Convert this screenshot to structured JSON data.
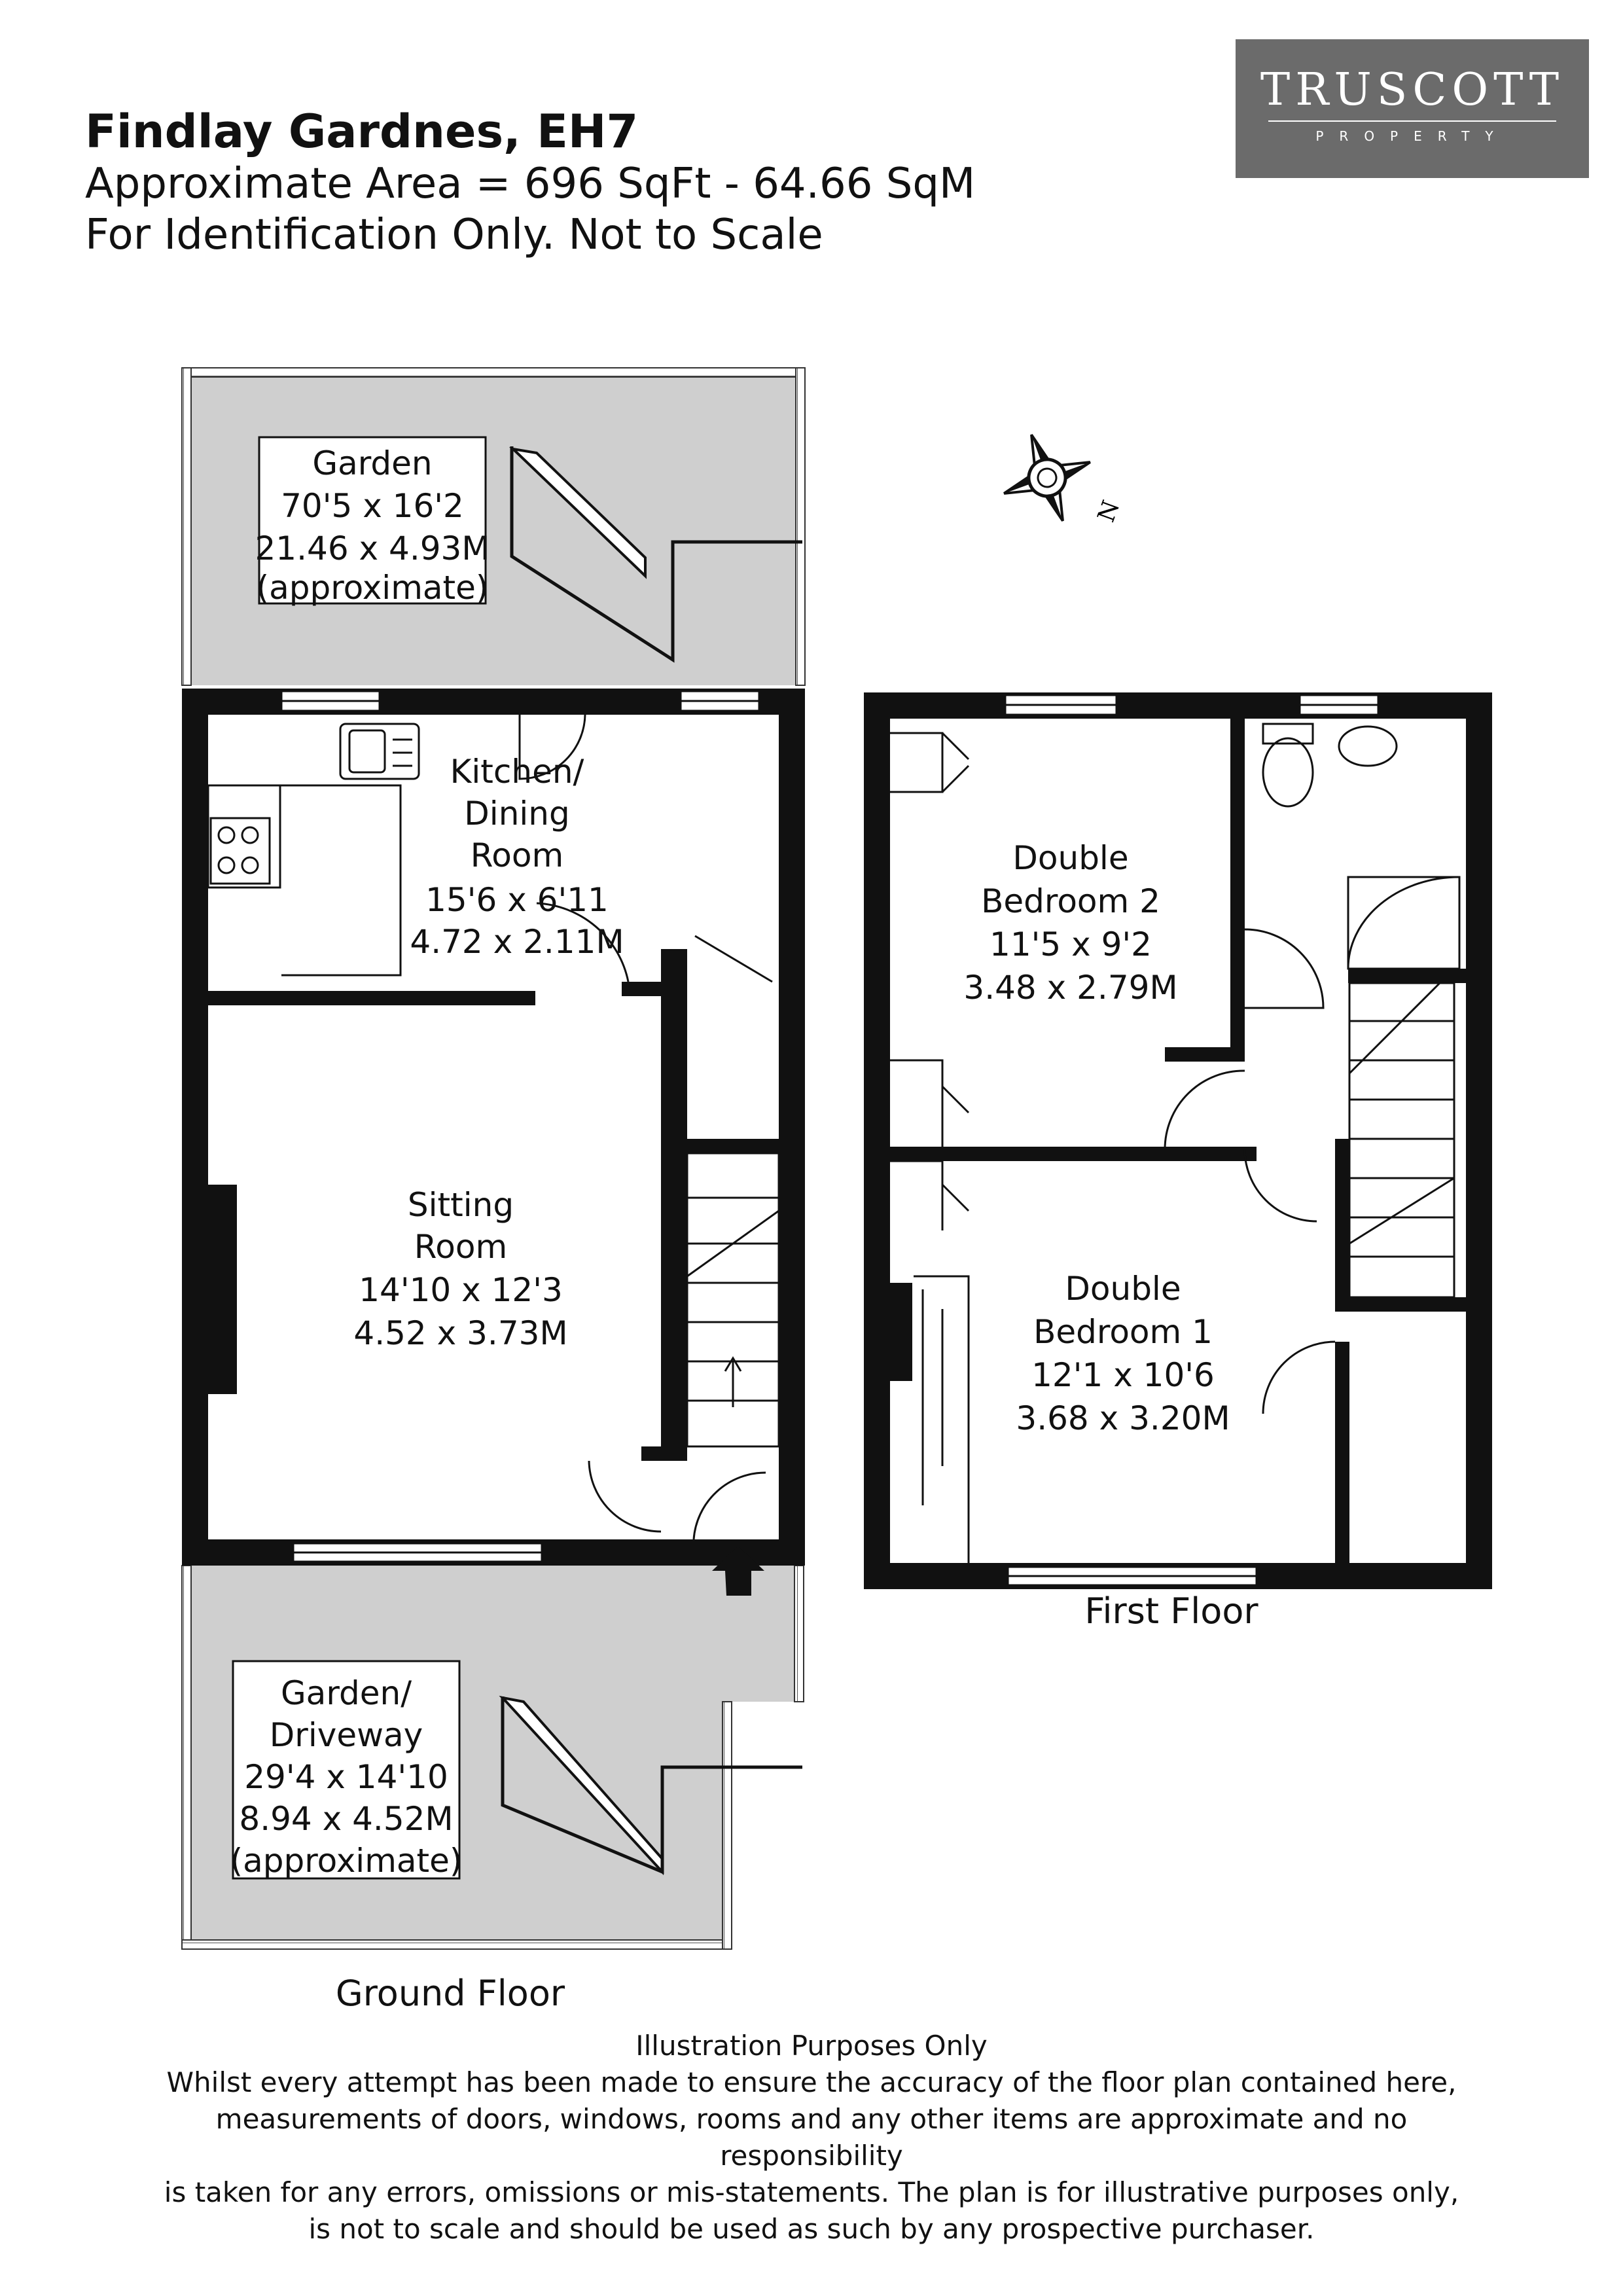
{
  "header": {
    "title": "Findlay Gardnes, EH7",
    "area": "Approximate Area = 696 SqFt - 64.66 SqM",
    "note": "For Identification Only. Not to Scale"
  },
  "logo": {
    "name": "TRUSCOTT",
    "sub": "PROPERTY"
  },
  "floors": {
    "ground": "Ground Floor",
    "first": "First Floor"
  },
  "rooms": {
    "garden_rear": [
      "Garden",
      "70'5 x 16'2",
      "21.46 x 4.93M",
      "(approximate)"
    ],
    "kitchen": [
      "Kitchen/",
      "Dining",
      "Room",
      "15'6 x 6'11",
      "4.72 x 2.11M"
    ],
    "sitting": [
      "Sitting",
      "Room",
      "14'10 x 12'3",
      "4.52 x 3.73M"
    ],
    "garden_front": [
      "Garden/",
      "Driveway",
      "29'4 x 14'10",
      "8.94 x 4.52M",
      "(approximate)"
    ],
    "bedroom2": [
      "Double",
      "Bedroom 2",
      "11'5 x 9'2",
      "3.48 x 2.79M"
    ],
    "bedroom1": [
      "Double",
      "Bedroom 1",
      "12'1 x 10'6",
      "3.68 x 3.20M"
    ]
  },
  "compass": {
    "letter": "N"
  },
  "colors": {
    "wall": "#111111",
    "garden": "#cfcfcf",
    "logo_bg": "#6b6b6b"
  },
  "disclaimer": {
    "heading": "Illustration Purposes Only",
    "lines": [
      "Whilst every attempt has been made to ensure the accuracy of the floor plan contained here,",
      "measurements of doors, windows, rooms and any other items are approximate and no responsibility",
      "is taken for any errors, omissions or mis-statements. The plan is for illustrative purposes only,",
      "is not to scale and should be used as such by any prospective purchaser."
    ]
  }
}
